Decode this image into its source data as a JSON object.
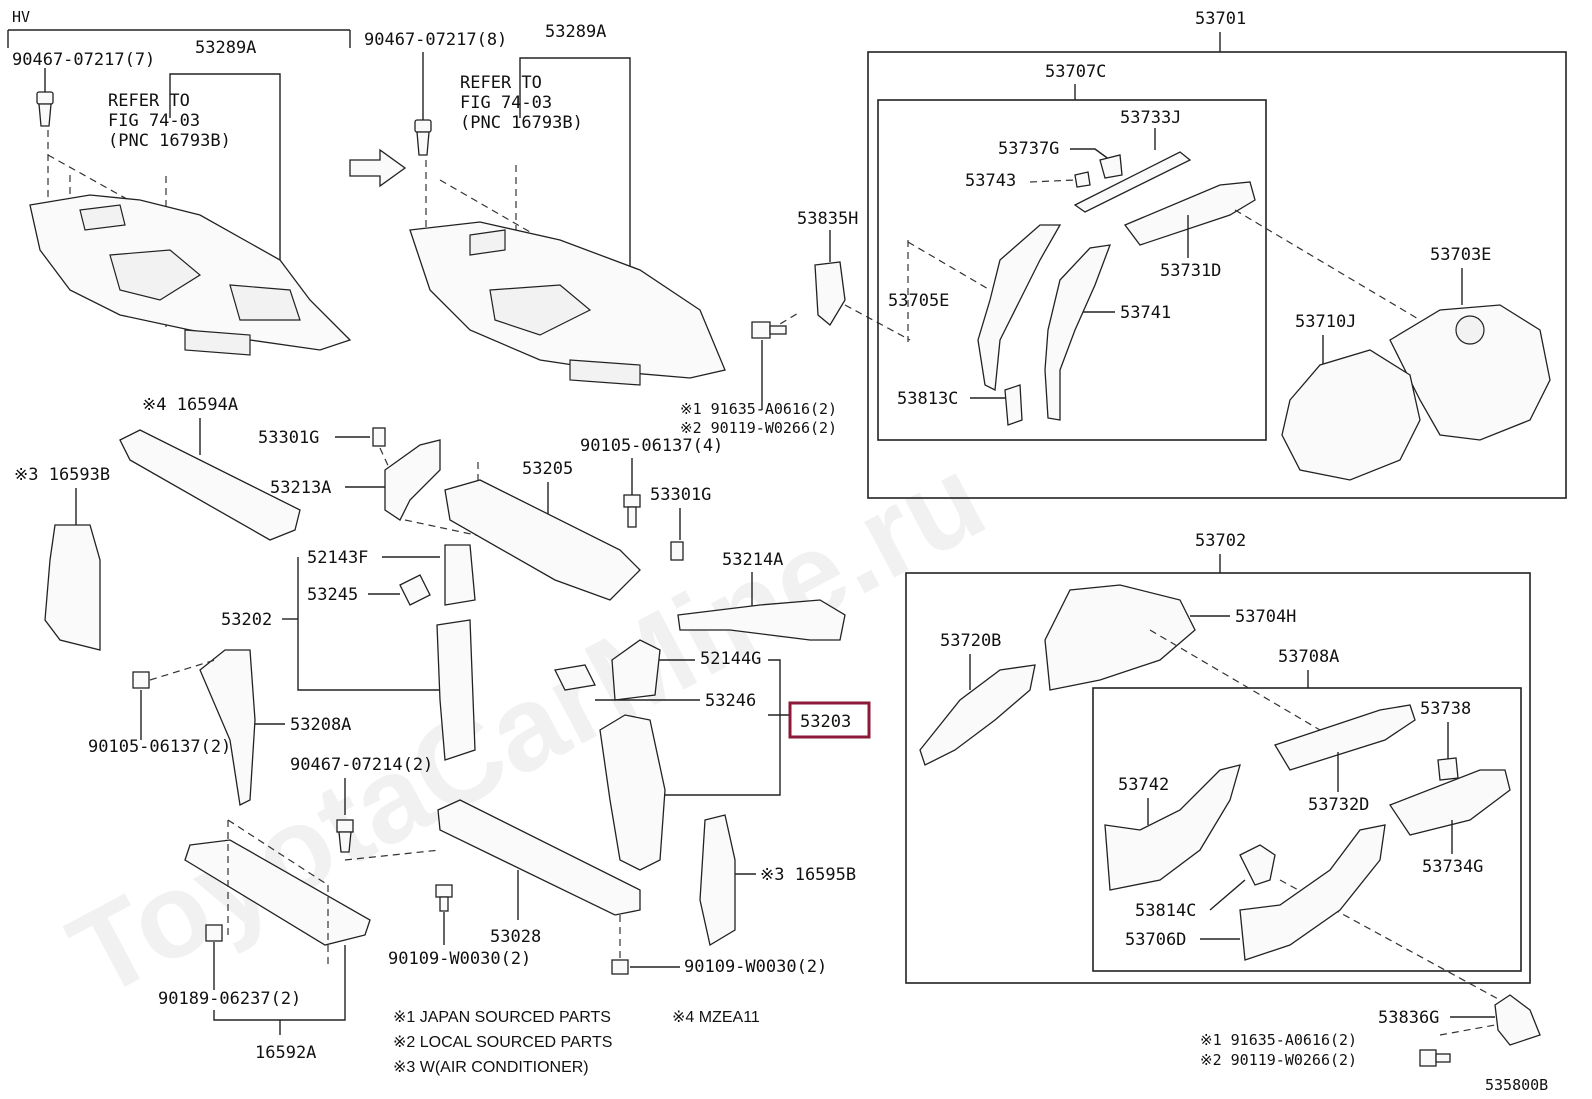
{
  "watermark": "ToyotaCarMine.ru",
  "diagram_id": "535800B",
  "top_left": {
    "variant": "HV",
    "clip_left": "90467-07217(7)",
    "clip_right": "90467-07217(8)",
    "cover_left": "53289A",
    "cover_right": "53289A",
    "refer_left": [
      "REFER TO",
      "FIG 74-03",
      "(PNC 16793B)"
    ],
    "refer_right": [
      "REFER TO",
      "FIG 74-03",
      "(PNC 16793B)"
    ]
  },
  "mid_bolt": {
    "part": "53835H",
    "note1": "※1 91635-A0616(2)",
    "note2": "※2 90119-W0266(2)"
  },
  "group_53701": {
    "title": "53701",
    "sub_title": "53707C",
    "parts": {
      "p53733J": "53733J",
      "p53737G": "53737G",
      "p53743": "53743",
      "p53731D": "53731D",
      "p53705E": "53705E",
      "p53741": "53741",
      "p53813C": "53813C",
      "p53703E": "53703E",
      "p53710J": "53710J"
    }
  },
  "group_53702": {
    "title": "53702",
    "sub_title": "53708A",
    "parts": {
      "p53704H": "53704H",
      "p53720B": "53720B",
      "p53738": "53738",
      "p53742": "53742",
      "p53732D": "53732D",
      "p53734G": "53734G",
      "p53814C": "53814C",
      "p53706D": "53706D"
    }
  },
  "lower_right": {
    "part": "53836G",
    "note1": "※1 91635-A0616(2)",
    "note2": "※2 90119-W0266(2)"
  },
  "center_parts": {
    "p16594A": "※4 16594A",
    "p16593B": "※3 16593B",
    "p53301G_a": "53301G",
    "p53213A": "53213A",
    "p53205": "53205",
    "p90105_a": "90105-06137(4)",
    "p53301G_b": "53301G",
    "p52143F": "52143F",
    "p53245": "53245",
    "p53202": "53202",
    "p53214A": "53214A",
    "p52144G": "52144G",
    "p53246": "53246",
    "p53203": "53203",
    "p53208A": "53208A",
    "p90105_b": "90105-06137(2)",
    "p90467_b": "90467-07214(2)",
    "p16595B": "※3 16595B",
    "p53028": "53028",
    "p90109_a": "90109-W0030(2)",
    "p90109_b": "90109-W0030(2)",
    "p90189": "90189-06237(2)",
    "p16592A": "16592A"
  },
  "legend": {
    "n1": "※1  JAPAN SOURCED PARTS",
    "n4": "※4 MZEA11",
    "n2": "※2  LOCAL SOURCED PARTS",
    "n3": "※3  W(AIR CONDITIONER)"
  }
}
